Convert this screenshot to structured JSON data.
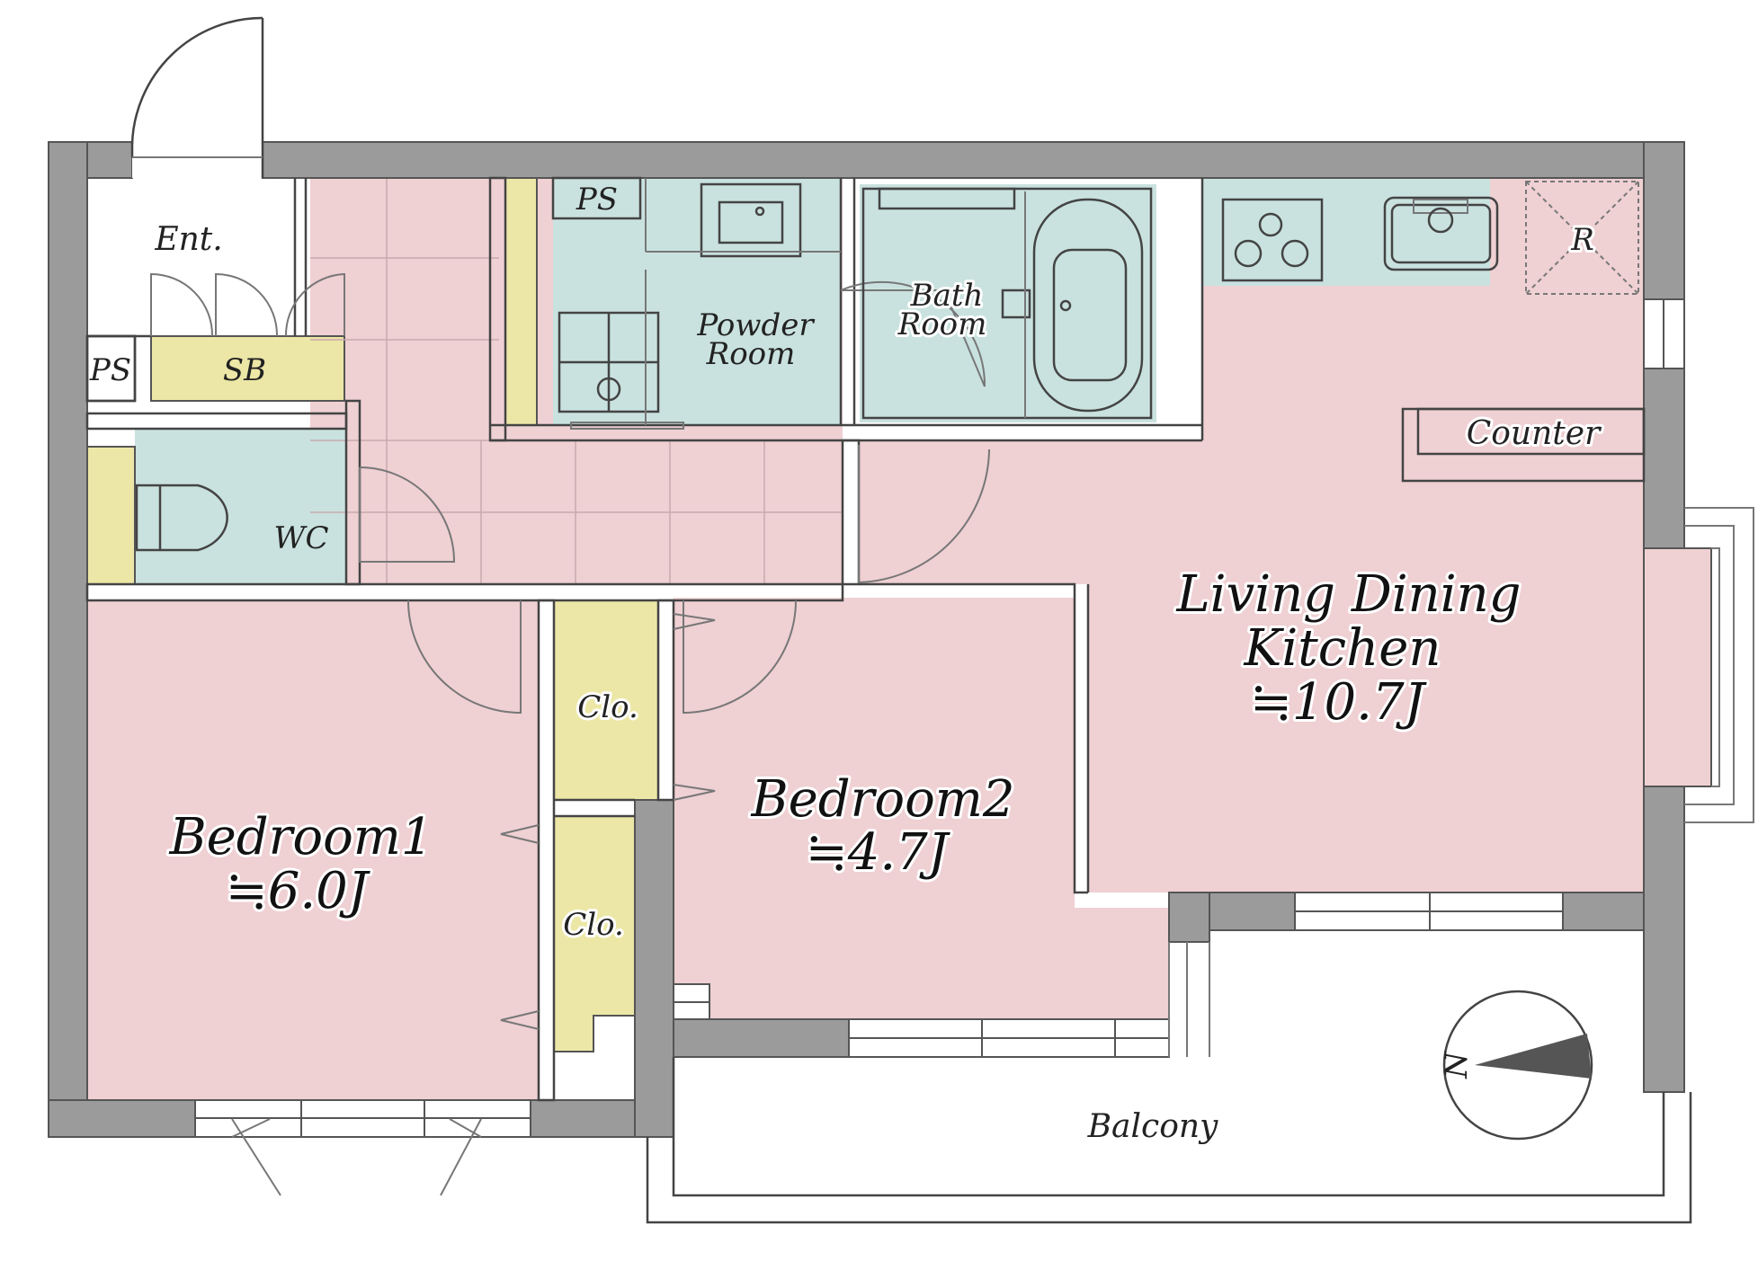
{
  "labels": {
    "entrance": "Ent.",
    "ps_entrance": "PS",
    "shoe_box": "SB",
    "wc": "WC",
    "ps_powder": "PS",
    "powder_room_line1": "Powder",
    "powder_room_line2": "Room",
    "bath_room_line1": "Bath",
    "bath_room_line2": "Room",
    "refrigerator": "R",
    "counter": "Counter",
    "ldk_line1": "Living Dining",
    "ldk_line2": "Kitchen",
    "ldk_area": "≒10.7J",
    "bedroom1_name": "Bedroom1",
    "bedroom1_area": "≒6.0J",
    "bedroom2_name": "Bedroom2",
    "bedroom2_area": "≒4.7J",
    "closet_upper": "Clo.",
    "closet_lower": "Clo.",
    "balcony": "Balcony",
    "north": "N"
  },
  "colors": {
    "wall": "#9b9b9b",
    "room_pink": "#efd0d3",
    "wet_area": "#c9e2df",
    "storage_yellow": "#ece7a6",
    "outline": "#444444"
  }
}
